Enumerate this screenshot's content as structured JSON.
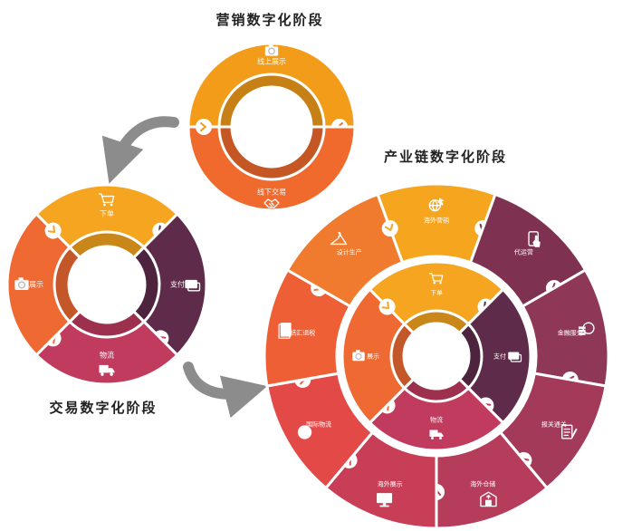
{
  "marketing": {
    "title": "营销数字化阶段",
    "segments": [
      {
        "label": "线上展示",
        "icon": "camera-icon",
        "color": "#f39c1a"
      },
      {
        "label": "线下交易",
        "icon": "handshake-icon",
        "color": "#ef6a2c"
      }
    ]
  },
  "transaction": {
    "title": "交易数字化阶段",
    "segments": [
      {
        "label": "下单",
        "icon": "shopping-cart-icon",
        "color": "#f5a51f"
      },
      {
        "label": "支付",
        "icon": "payment-card-icon",
        "color": "#5e2b4a"
      },
      {
        "label": "物流",
        "icon": "delivery-truck-icon",
        "color": "#c03b5e"
      },
      {
        "label": "展示",
        "icon": "camera-icon",
        "color": "#ef6a32"
      }
    ]
  },
  "industry": {
    "title": "产业链数字化阶段",
    "inner_segments": [
      {
        "label": "下单",
        "icon": "shopping-cart-icon",
        "color": "#f5a51f"
      },
      {
        "label": "支付",
        "icon": "payment-card-icon",
        "color": "#5e2b4a"
      },
      {
        "label": "物流",
        "icon": "delivery-truck-icon",
        "color": "#c03b5e"
      },
      {
        "label": "展示",
        "icon": "camera-icon",
        "color": "#ef6a32"
      }
    ],
    "outer_segments": [
      {
        "label": "海外营销",
        "icon": "globe-plane-icon",
        "color": "#f6a51e"
      },
      {
        "label": "代运营",
        "icon": "touch-phone-icon",
        "color": "#7e3151"
      },
      {
        "label": "金融服务",
        "icon": "coins-icon",
        "color": "#8f3756"
      },
      {
        "label": "报关通关",
        "icon": "document-pen-icon",
        "color": "#a33a5a"
      },
      {
        "label": "海外仓储",
        "icon": "warehouse-box-icon",
        "color": "#b63c5b"
      },
      {
        "label": "海外展示",
        "icon": "monitor-icon",
        "color": "#c93e57"
      },
      {
        "label": "国际物流",
        "icon": "globe-icon",
        "color": "#e34a47"
      },
      {
        "label": "结汇退税",
        "icon": "receipt-icon",
        "color": "#ee5f36"
      },
      {
        "label": "设计生产",
        "icon": "hanger-icon",
        "color": "#f07a2e"
      }
    ]
  }
}
